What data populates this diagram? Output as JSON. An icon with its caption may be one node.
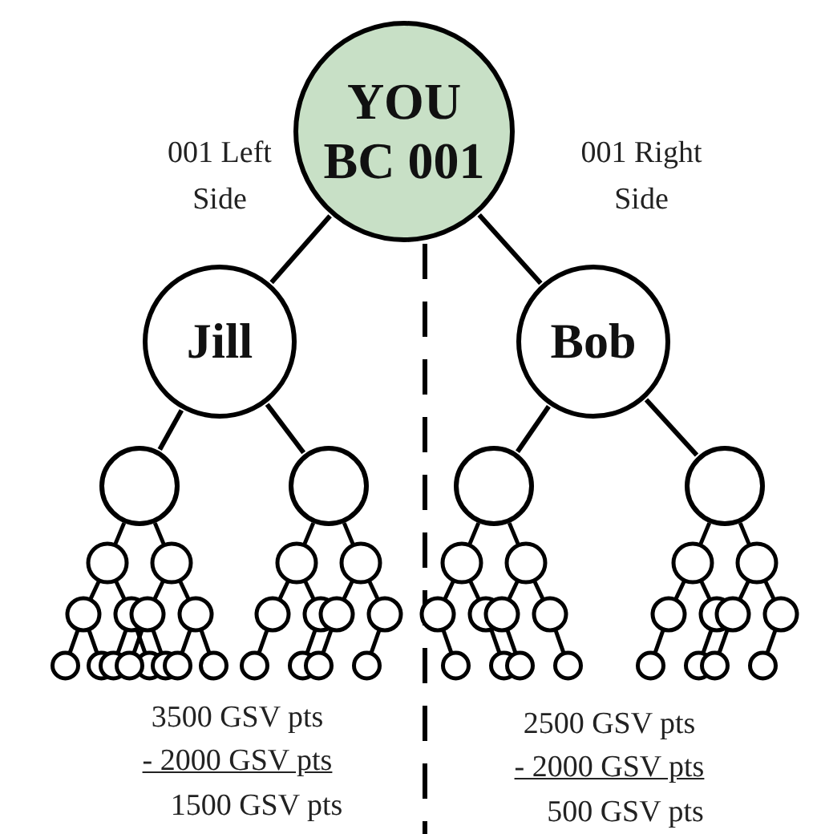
{
  "diagram": {
    "nodes": [
      {
        "text": [
          "YOU BC 001"
        ]
      },
      {
        "text": [
          "Jill"
        ]
      },
      {
        "text": [
          "Bob"
        ]
      },
      {
        "text": [],
        "shape": "circle"
      },
      {
        "text": [],
        "shape": "circle"
      },
      {
        "text": [],
        "shape": "circle"
      },
      {
        "text": [],
        "shape": "circle"
      }
    ],
    "edges": [
      {
        "from": 0,
        "to": 1,
        "arrow": "none"
      },
      {
        "from": 0,
        "to": 2,
        "arrow": "none"
      },
      {
        "from": 1,
        "to": 3,
        "arrow": "none"
      },
      {
        "from": 1,
        "to": 4,
        "arrow": "none"
      },
      {
        "from": 2,
        "to": 5,
        "arrow": "none"
      },
      {
        "from": 2,
        "to": 6,
        "arrow": "none"
      }
    ],
    "labels": [
      "001 Left Side",
      "001 Right Side",
      "3500 GSV pts",
      "2500 GSV pts",
      "- 2000 GSV pts",
      "- 2000 GSV pts",
      "1500 GSV pts",
      "500 GSV pts"
    ]
  }
}
